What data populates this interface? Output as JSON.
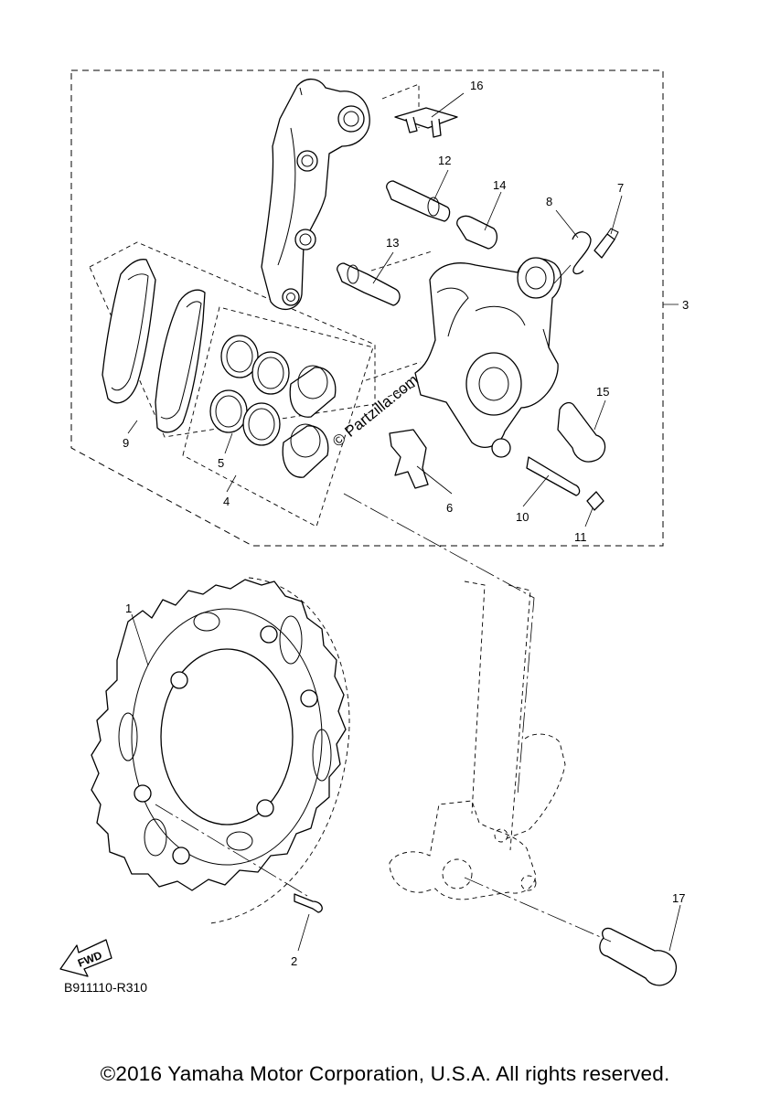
{
  "callouts": {
    "c1": "1",
    "c2": "2",
    "c3": "3",
    "c4": "4",
    "c5": "5",
    "c6": "6",
    "c7": "7",
    "c8": "8",
    "c9": "9",
    "c10": "10",
    "c11": "11",
    "c12": "12",
    "c13": "13",
    "c14": "14",
    "c15": "15",
    "c16": "16",
    "c17": "17"
  },
  "fwd_label": "FWD",
  "watermark": "© Partzilla.com",
  "diagram_code": "B911110-R310",
  "copyright": "©2016 Yamaha Motor Corporation, U.S.A. All rights reserved."
}
